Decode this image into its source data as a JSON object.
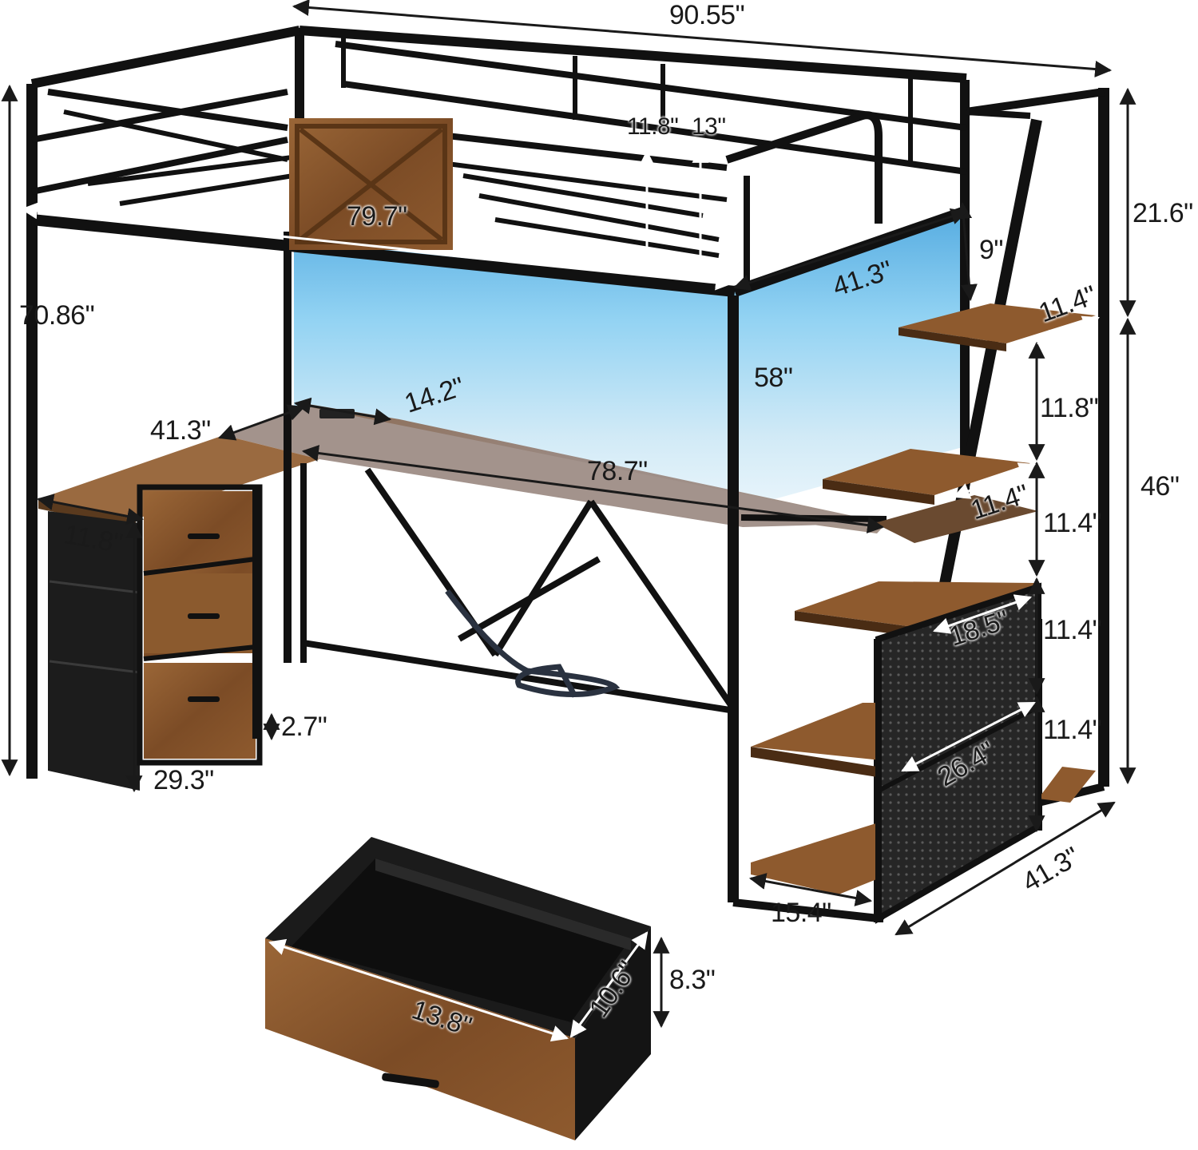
{
  "colors": {
    "frame": "#111111",
    "wood": "#8a5a30",
    "wood_dark": "#6e4422",
    "led_glow": "#9fd4ee",
    "fabric": "#1b1b1b",
    "dimension_line": "#1a1a1a"
  },
  "dimensions": {
    "overall_length": "90.55\"",
    "overall_height": "70.86\"",
    "top_rail_height": "21.6\"",
    "lower_height": "46\"",
    "guardrail_a": "11.8\"",
    "guardrail_b": "13\"",
    "mattress_length": "79.7\"",
    "bed_width": "41.3\"",
    "ladder_gap": "9\"",
    "under_clearance": "58\"",
    "desk_depth": "14.2\"",
    "side_desk_length": "41.3\"",
    "desk_length": "78.7\"",
    "cabinet_depth": "11.8\"",
    "cabinet_height": "29.3\"",
    "cabinet_leg": "2.7\"",
    "step_width_top": "11.4\"",
    "step_gap_1": "11.8\"",
    "step_width_mid": "11.4\"",
    "step_gap_2": "11.4\"",
    "step_gap_3": "11.4\"",
    "step_gap_4": "11.4\"",
    "step_depth": "18.5\"",
    "stair_cabinet_length": "26.4\"",
    "stair_base_width": "15.4\"",
    "stair_base_depth": "41.3\"",
    "drawer_width": "13.8\"",
    "drawer_depth": "10.6\"",
    "drawer_height": "8.3\""
  }
}
